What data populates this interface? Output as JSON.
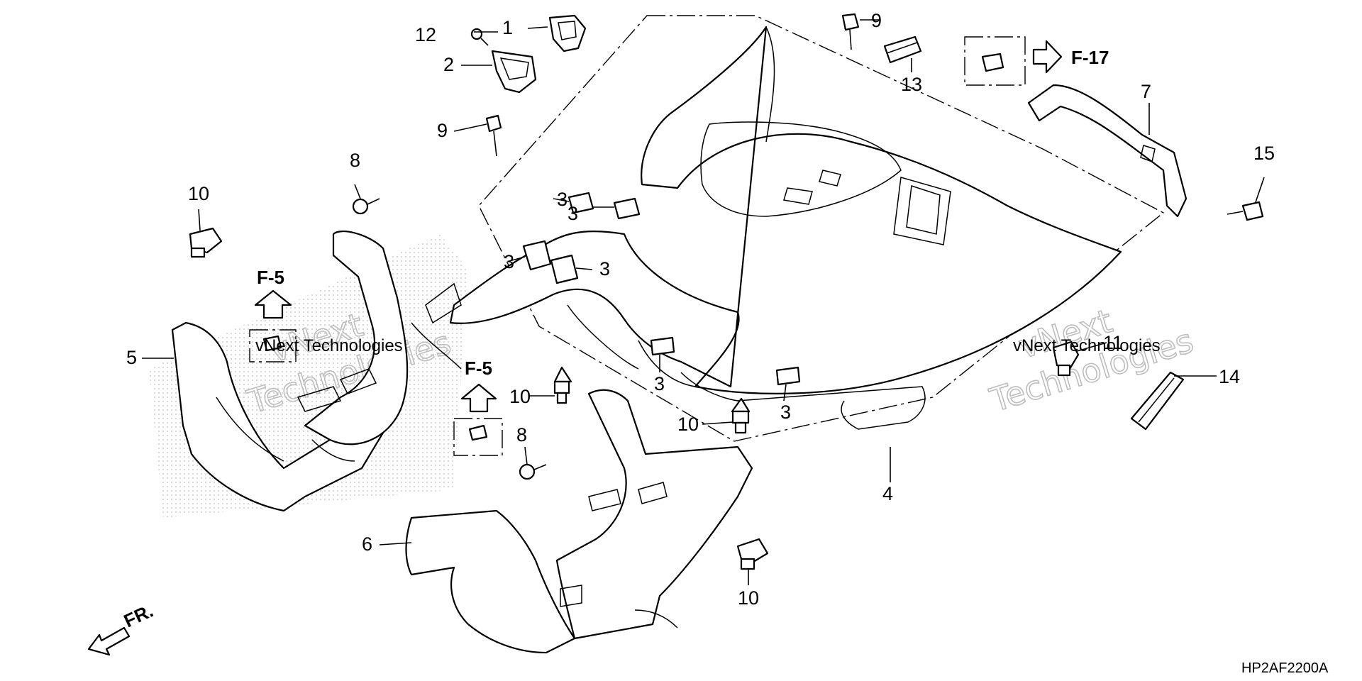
{
  "diagram": {
    "code": "HP2AF2200A",
    "front_label": "FR.",
    "refs": {
      "f17": "F-17",
      "f5_left": "F-5",
      "f5_center": "F-5"
    },
    "callouts": {
      "c1": "1",
      "c2": "2",
      "c3a": "3",
      "c3b": "3",
      "c3c": "3",
      "c3d": "3",
      "c3e": "3",
      "c3f": "3",
      "c4": "4",
      "c5": "5",
      "c6": "6",
      "c7": "7",
      "c8a": "8",
      "c8b": "8",
      "c9a": "9",
      "c9b": "9",
      "c10a": "10",
      "c10b": "10",
      "c10c": "10",
      "c10d": "10",
      "c11": "11",
      "c12": "12",
      "c13": "13",
      "c14": "14",
      "c15": "15"
    },
    "watermark": {
      "line1": "vNext",
      "line2": "Technologies",
      "inline": "vNext Technologies"
    }
  }
}
